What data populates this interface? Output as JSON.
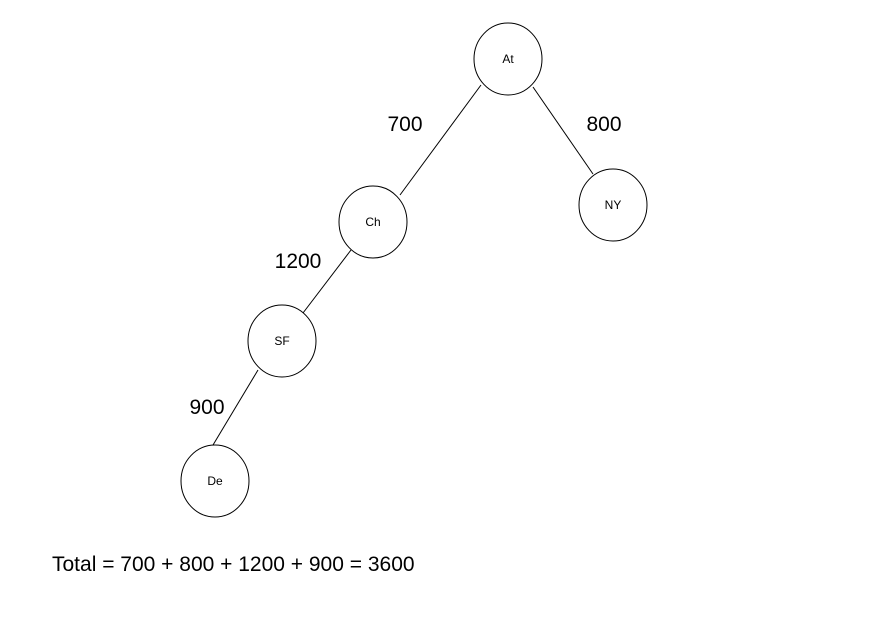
{
  "nodes": [
    {
      "id": "At",
      "label": "At"
    },
    {
      "id": "Ch",
      "label": "Ch"
    },
    {
      "id": "NY",
      "label": "NY"
    },
    {
      "id": "SF",
      "label": "SF"
    },
    {
      "id": "De",
      "label": "De"
    }
  ],
  "edges": [
    {
      "from": "At",
      "to": "Ch",
      "weight": "700"
    },
    {
      "from": "At",
      "to": "NY",
      "weight": "800"
    },
    {
      "from": "Ch",
      "to": "SF",
      "weight": "1200"
    },
    {
      "from": "SF",
      "to": "De",
      "weight": "900"
    }
  ],
  "total": "Total = 700 + 800 + 1200 + 900 = 3600",
  "colors": {
    "stroke": "#000000",
    "fill": "#ffffff",
    "text": "#000000"
  }
}
